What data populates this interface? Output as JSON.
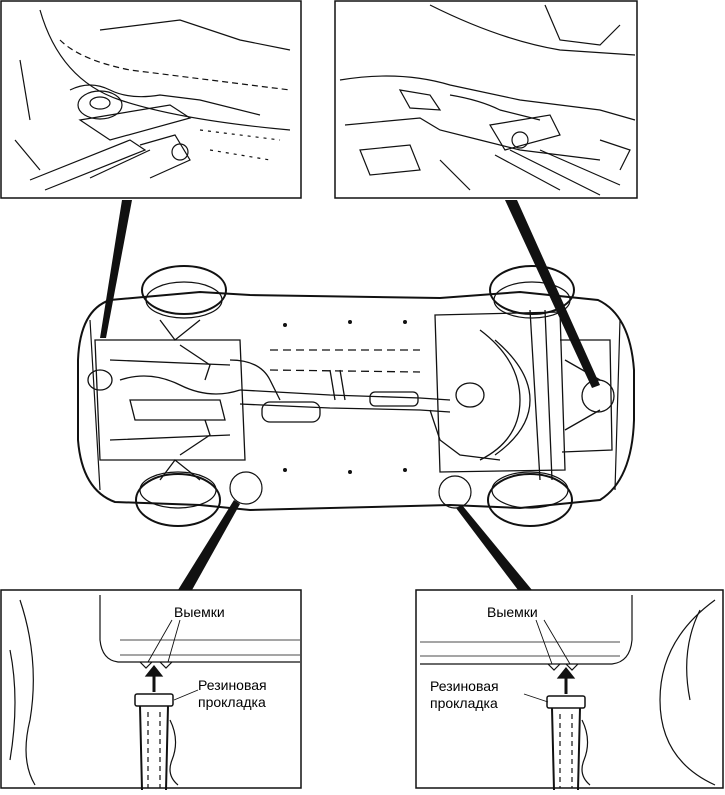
{
  "labels": {
    "notches_left": "Выемки",
    "pad_left_line1": "Резиновая",
    "pad_left_line2": "прокладка",
    "notches_right": "Выемки",
    "pad_right_line1": "Резиновая",
    "pad_right_line2": "прокладка"
  },
  "colors": {
    "ink": "#111111",
    "background": "#ffffff"
  }
}
